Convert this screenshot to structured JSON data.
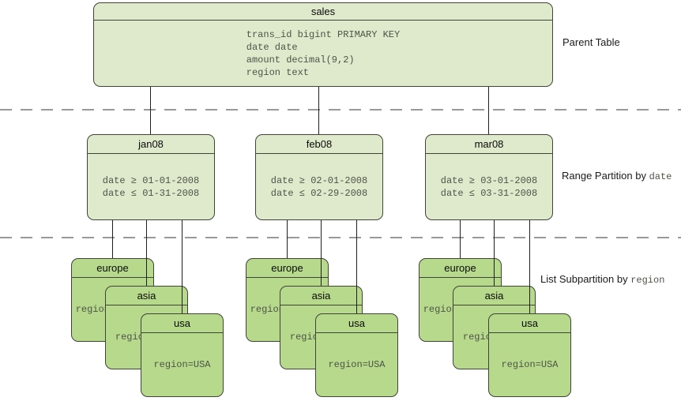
{
  "colors": {
    "box_fill_light": "#dfeacc",
    "box_fill_dark": "#b7d98c",
    "box_border": "#3f4437",
    "connector_line": "#1f1f1f",
    "dashed_separator": "#999999",
    "mono_text": "#4e5348",
    "title_text": "#0a0a0a"
  },
  "parent": {
    "title": "sales",
    "fields": [
      "trans_id bigint PRIMARY KEY",
      "date date",
      "amount decimal(9,2)",
      "region text"
    ],
    "side_label": "Parent Table"
  },
  "range": {
    "side_label_prefix": "Range Partition by ",
    "side_label_code": "date",
    "partitions": [
      {
        "title": "jan08",
        "rule1": "date ≥ 01-01-2008",
        "rule2": "date ≤ 01-31-2008"
      },
      {
        "title": "feb08",
        "rule1": "date ≥ 02-01-2008",
        "rule2": "date ≤ 02-29-2008"
      },
      {
        "title": "mar08",
        "rule1": "date ≥ 03-01-2008",
        "rule2": "date ≤ 03-31-2008"
      }
    ]
  },
  "list": {
    "side_label_prefix": "List Subpartition by ",
    "side_label_code": "region",
    "subpartitions": [
      {
        "title": "europe",
        "body": "region=EUROPE"
      },
      {
        "title": "asia",
        "body": "region=ASIA"
      },
      {
        "title": "usa",
        "body": "region=USA"
      }
    ]
  }
}
